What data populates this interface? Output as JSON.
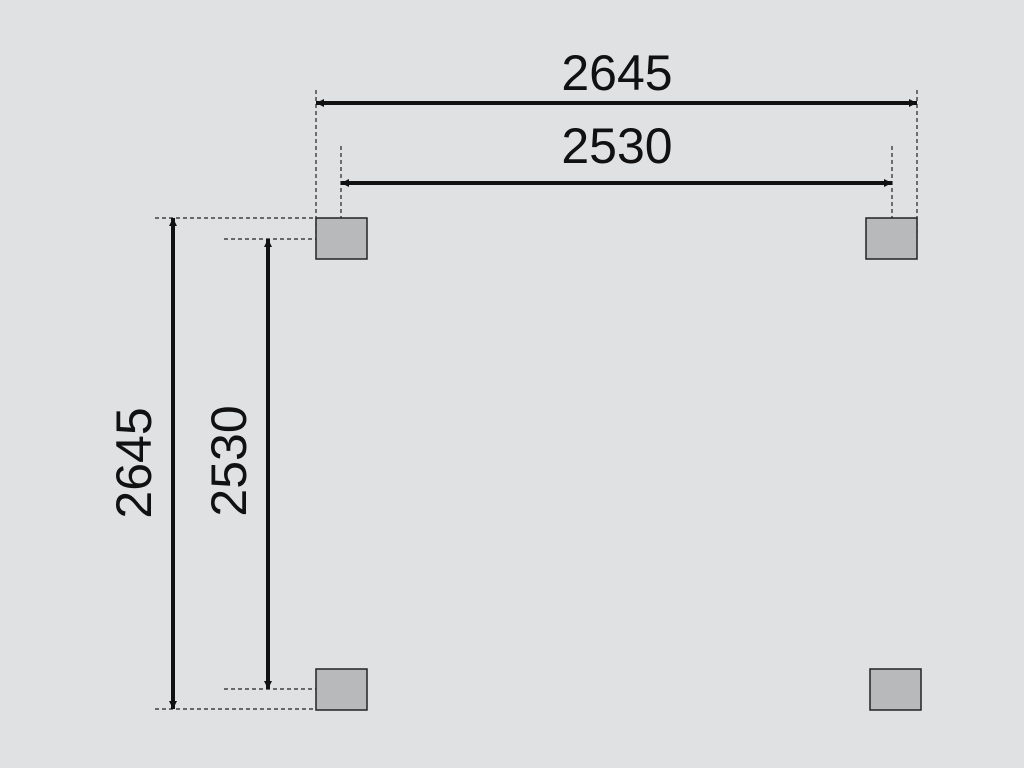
{
  "colors": {
    "background": "#dfe1e3",
    "line": "#111111",
    "post_fill": "#b7b9bb",
    "post_stroke": "#222222"
  },
  "dimensions": {
    "outer_width": "2645",
    "inner_width": "2530",
    "outer_depth": "2645",
    "inner_depth": "2530"
  },
  "posts": [
    "top-left",
    "top-right",
    "bottom-left",
    "bottom-right"
  ]
}
